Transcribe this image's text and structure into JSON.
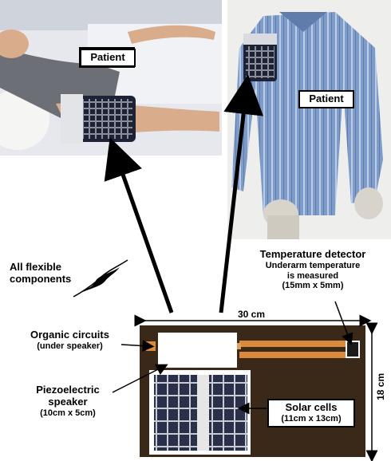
{
  "photos": {
    "bed": {
      "label": "Patient"
    },
    "shirt": {
      "label": "Patient"
    }
  },
  "device": {
    "width_label": "30 cm",
    "height_label": "18 cm"
  },
  "callouts": {
    "flexible": {
      "line1": "All flexible",
      "line2": "components"
    },
    "temperature": {
      "title": "Temperature detector",
      "line1": "Underarm temperature",
      "line2": "is measured",
      "size": "(15mm x 5mm)"
    },
    "organic": {
      "title": "Organic circuits",
      "sub": "(under speaker)"
    },
    "piezo": {
      "line1": "Piezoelectric",
      "line2": "speaker",
      "size": "(10cm x 5cm)"
    },
    "solar": {
      "title": "Solar cells",
      "size": "(11cm x 13cm)"
    }
  },
  "colors": {
    "copper": "#d98a3a",
    "board": "#4a2e1a",
    "solar": "#2a2f4a",
    "shirt": "#7f9cc9",
    "sheet": "#e6e8ee"
  }
}
